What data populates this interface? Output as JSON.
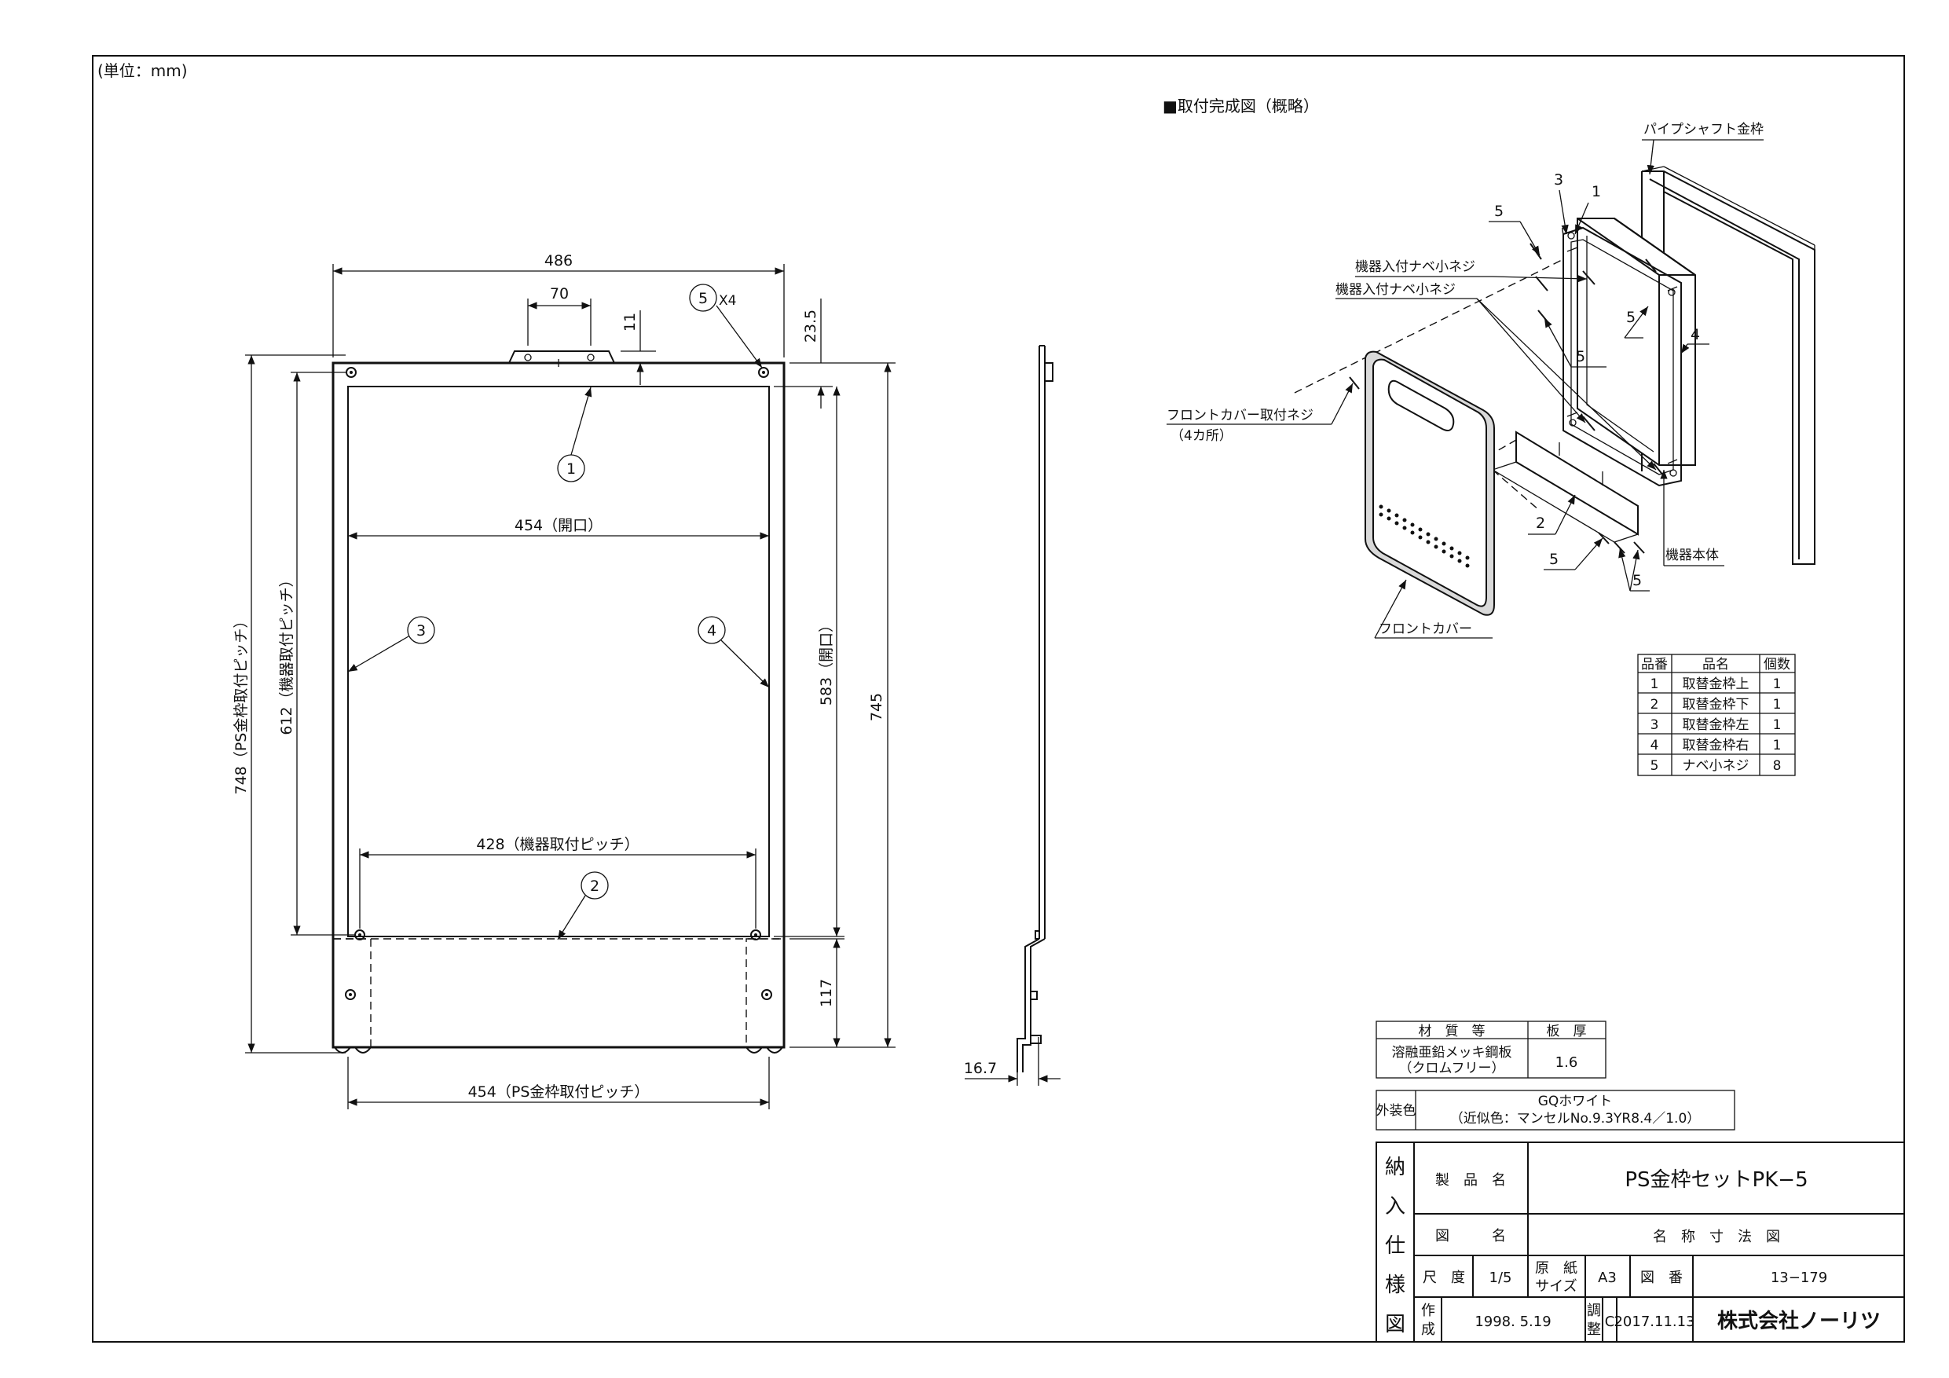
{
  "unit_note": "(単位：mm)",
  "view_title": "■取付完成図（概略）",
  "dims": {
    "d486": "486",
    "d70": "70",
    "d11": "11",
    "d23_5": "23.5",
    "d454_open": "454（開口）",
    "d583_open": "583（開口）",
    "d612": "612（機器取付ピッチ）",
    "d748": "748（PS金枠取付ピッチ）",
    "d745": "745",
    "d428": "428（機器取付ピッチ）",
    "d117": "117",
    "d454_ps": "454（PS金枠取付ピッチ）",
    "d16_7": "16.7"
  },
  "balloons": {
    "b1": "1",
    "b2": "2",
    "b3": "3",
    "b4": "4",
    "b5": "5",
    "x4": "X4"
  },
  "iso_labels": {
    "pipe_shaft": "パイプシャフト金枠",
    "screw_a": "機器入付ナベ小ネジ",
    "screw_b": "機器入付ナベ小ネジ",
    "front_screw": "フロントカバー取付ネジ",
    "front_screw_qty": "（4カ所）",
    "body": "機器本体",
    "front_cover": "フロントカバー",
    "n1": "1",
    "n2": "2",
    "n3": "3",
    "n4": "4",
    "n5a": "5",
    "n5b": "5",
    "n5c": "5",
    "n5d": "5",
    "n5e": "5"
  },
  "parts_table": {
    "headers": [
      "品番",
      "品名",
      "個数"
    ],
    "rows": [
      [
        "1",
        "取替金枠上",
        "1"
      ],
      [
        "2",
        "取替金枠下",
        "1"
      ],
      [
        "3",
        "取替金枠左",
        "1"
      ],
      [
        "4",
        "取替金枠右",
        "1"
      ],
      [
        "5",
        "ナベ小ネジ",
        "8"
      ]
    ]
  },
  "material": {
    "h_material": "材　質　等",
    "h_thickness": "板　厚",
    "material_line1": "溶融亜鉛メッキ鋼板",
    "material_line2": "（クロムフリー）",
    "thickness": "1.6",
    "color_label": "外装色",
    "color_line1": "GQホワイト",
    "color_line2": "（近似色：マンセルNo.9.3YR8.4／1.0）"
  },
  "title_block": {
    "vertical": [
      "納",
      "入",
      "仕",
      "様",
      "図"
    ],
    "product_label": "製　品　名",
    "product_value": "PS金枠セットPK−5",
    "drawing_label": "図　　　名",
    "drawing_value": "名　称　寸　法　図",
    "scale_label": "尺　度",
    "scale_value": "1/5",
    "paper_label_1": "原　紙",
    "paper_label_2": "サイズ",
    "paper_value": "A3",
    "number_label": "図　番",
    "number_value": "13−179",
    "made_label_1": "作",
    "made_label_2": "成",
    "made_date": "1998. 5.19",
    "adjust_label_1": "調",
    "adjust_label_2": "整",
    "adjust_rev": "C",
    "adjust_date": "2017.11.13",
    "company": "株式会社ノーリツ"
  }
}
